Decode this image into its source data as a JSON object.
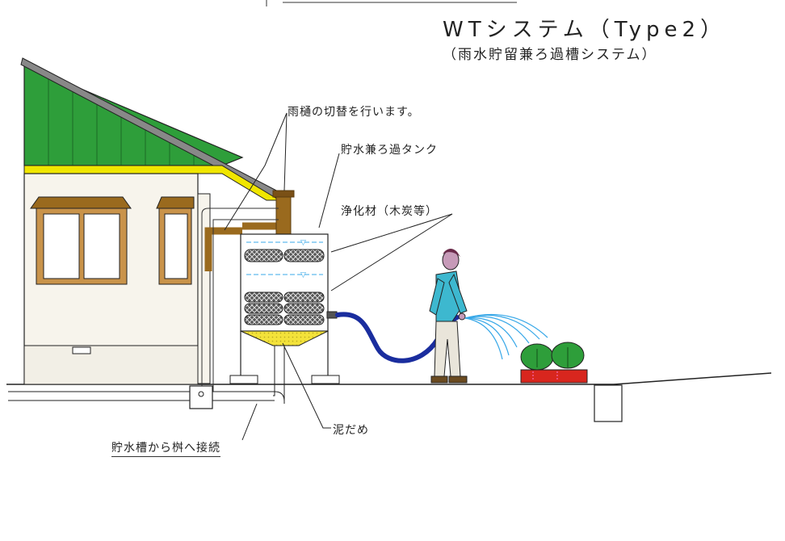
{
  "title": "WTシステム（Type2）",
  "subtitle": "（雨水貯留兼ろ過槽システム）",
  "labels": {
    "gutter_switch": "雨樋の切替を行います。",
    "storage_tank": "貯水兼ろ過タンク",
    "purifier": "浄化材（木炭等）",
    "sludge": "泥だめ",
    "connect": "貯水槽から桝へ接続"
  },
  "colors": {
    "roof": "#2e9e3a",
    "fascia": "#f0e600",
    "pipe": "#9a6a1e",
    "hose": "#1a2d9e",
    "water": "#38a8e8",
    "shirt": "#3db8cf",
    "pot": "#d8261e",
    "leaf": "#2e9e3a",
    "sludge": "#f3e23a"
  }
}
